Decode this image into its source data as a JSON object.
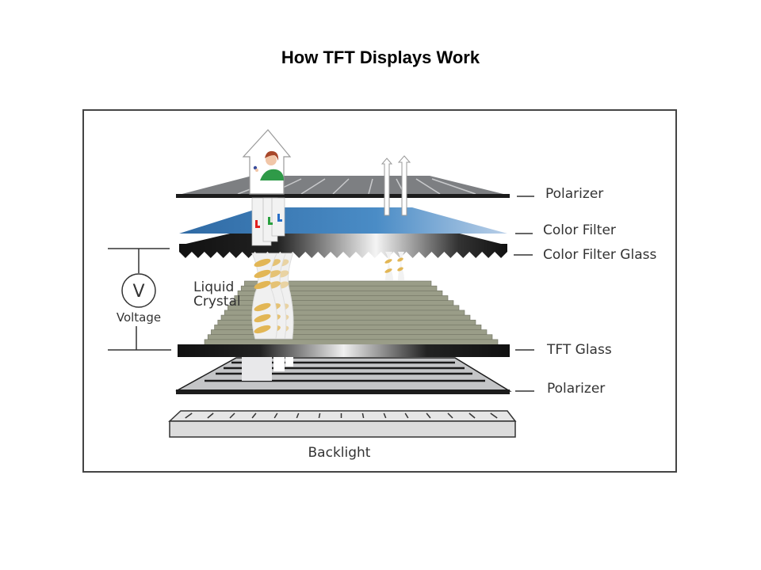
{
  "slide": {
    "title": "How TFT Displays Work"
  },
  "diagram": {
    "layers": [
      {
        "id": "top-polarizer",
        "label": "Polarizer"
      },
      {
        "id": "color-filter",
        "label": "Color Filter"
      },
      {
        "id": "color-filter-glass",
        "label": "Color Filter Glass"
      },
      {
        "id": "tft-glass",
        "label": "TFT Glass"
      },
      {
        "id": "bottom-polarizer",
        "label": "Polarizer"
      },
      {
        "id": "backlight",
        "label": "Backlight"
      }
    ],
    "liquid_crystal_label_line1": "Liquid",
    "liquid_crystal_label_line2": "Crystal",
    "voltage_symbol": "V",
    "voltage_label": "Voltage",
    "colors": {
      "color_filter_blue": "#3f7fb8",
      "liquid_crystal_stripes": "#e2b655",
      "liquid_crystal_steps": "#9a9d88",
      "polarizer_gray": "#7d7f82",
      "glass_black": "#1c1c1c",
      "filter_red": "#e02020",
      "filter_green": "#2aa040",
      "filter_blue": "#2a70c8",
      "person_shirt": "#2f9a48"
    }
  }
}
